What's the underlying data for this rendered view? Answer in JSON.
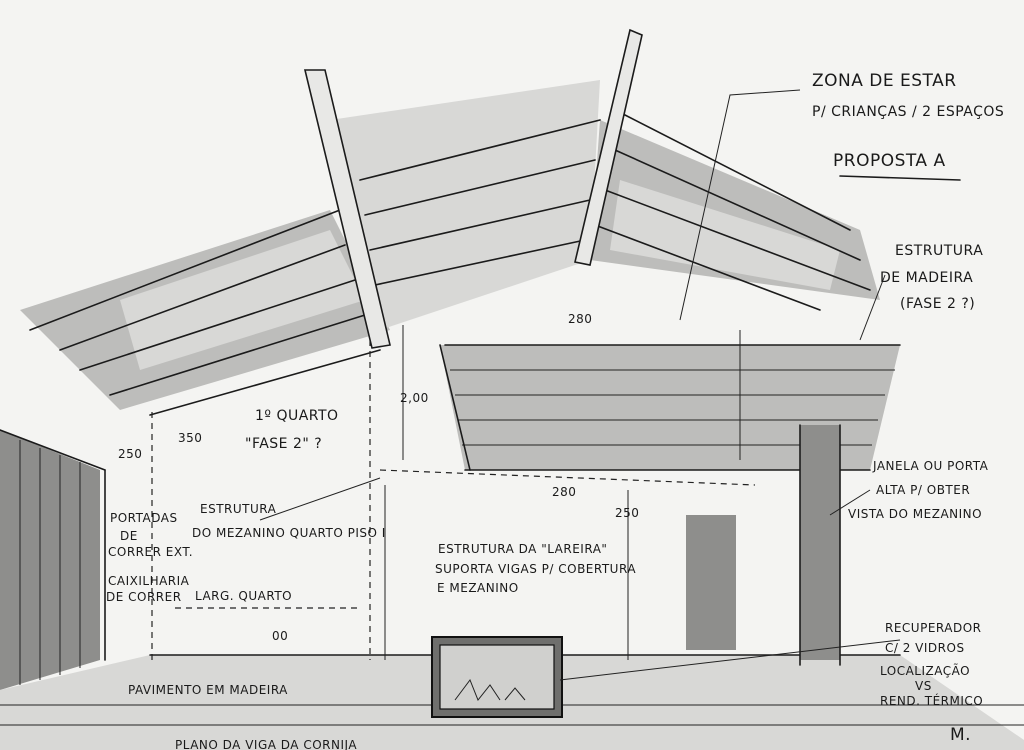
{
  "sketch": {
    "labels": {
      "zona_title": "ZONA DE ESTAR",
      "zona_sub": "P/ CRIANÇAS / 2 ESPAÇOS",
      "proposta": "PROPOSTA A",
      "estrutura_madeira_1": "ESTRUTURA",
      "estrutura_madeira_2": "DE MADEIRA",
      "estrutura_madeira_3": "(FASE 2 ?)",
      "quarto_1": "1º QUARTO",
      "quarto_2": "\"FASE 2\" ?",
      "estrutura_mezanino_1": "ESTRUTURA",
      "estrutura_mezanino_2": "DO MEZANINO QUARTO PISO I",
      "estrutura_lareira_1": "ESTRUTURA DA \"LAREIRA\"",
      "estrutura_lareira_2": "SUPORTA VIGAS P/ COBERTURA",
      "estrutura_lareira_3": "E MEZANINO",
      "portadas_1": "PORTADAS",
      "portadas_2": "DE",
      "portadas_3": "CORRER EXT.",
      "caixilharia_1": "CAIXILHARIA",
      "caixilharia_2": "DE CORRER",
      "larg_quarto": "LARG. QUARTO",
      "pavimento": "PAVIMENTO EM MADEIRA",
      "janela_1": "JANELA OU PORTA",
      "janela_2": "ALTA P/ OBTER",
      "janela_3": "VISTA DO MEZANINO",
      "recuperador_1": "RECUPERADOR",
      "recuperador_2": "C/ 2 VIDROS",
      "recuperador_3": "LOCALIZAÇÃO",
      "recuperador_4": "VS",
      "recuperador_5": "REND. TÉRMICO",
      "planta": "PLANO DA VIGA DA CORNIJA",
      "signature": "M."
    },
    "dimensions": {
      "d280_top": "280",
      "d200": "2,00",
      "d280_mid": "280",
      "d250_right": "250",
      "d250_left": "250",
      "d350": "350",
      "d00": "00"
    }
  }
}
